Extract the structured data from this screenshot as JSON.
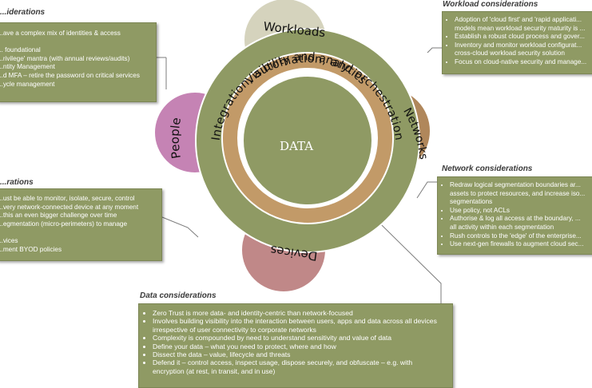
{
  "colors": {
    "data_circle": "#8f9a64",
    "orange_ring": "#c29a68",
    "olive_ring": "#8f9a64",
    "workloads": "#d5d3bd",
    "networks": "#b0875b",
    "devices": "#c08888",
    "people": "#c583b4",
    "box_fill": "#8f9a64"
  },
  "diagram": {
    "center_label": "DATA",
    "ring_outer_label": "Integration, automation, and orchestration",
    "ring_inner_label": "Visibility and analytics",
    "workloads": "Workloads",
    "networks": "Networks",
    "devices": "Devices",
    "people": "People"
  },
  "identity": {
    "title": "...iderations",
    "items": [
      "...ave a complex mix of identities & access",
      "",
      "... foundational",
      "...rivilege' mantra (with annual reviews/audits)",
      "...ntity Management",
      "...d MFA – retire the password on critical services",
      "...ycle management"
    ]
  },
  "devices_box": {
    "title": "...rations",
    "items": [
      "...ust be able to monitor, isolate, secure, control",
      "...very network-connected device at any moment",
      "...this an even bigger challenge over time",
      "...egmentation (micro-perimeters) to manage",
      "",
      "...vices",
      "...ment BYOD policies"
    ]
  },
  "workload": {
    "title": "Workload considerations",
    "items": [
      "Adoption of 'cloud first' and 'rapid applicati...",
      "models mean workload security maturity is ...",
      "Establish a robust cloud process and gover...",
      "Inventory and monitor workload configurat...",
      "cross-cloud workload security solution",
      "Focus on cloud-native security and manage..."
    ]
  },
  "network": {
    "title": "Network considerations",
    "items": [
      "Redraw logical segmentation boundaries ar...",
      "assets to protect resources, and increase iso...",
      "segmentations",
      "Use policy, not ACLs",
      "Authorise & log all access at the boundary, ...",
      "all activity within each segmentation",
      "Rush controls to the 'edge' of the enterprise...",
      "Use next-gen firewalls to augment cloud sec..."
    ]
  },
  "data_box": {
    "title": "Data considerations",
    "items": [
      "Zero Trust is more data- and identity-centric than network-focused",
      "Involves building visibility into the interaction between users, apps and data across all devices irrespective of user connectivity to corporate networks",
      "Complexity is compounded by need to understand sensitivity and value of data",
      "Define your data – what you need to protect, where and how",
      "Dissect the data – value, lifecycle and threats",
      "Defend it – control access, inspect usage, dispose securely, and obfuscate – e.g. with encryption (at rest, in transit, and in use)"
    ]
  }
}
